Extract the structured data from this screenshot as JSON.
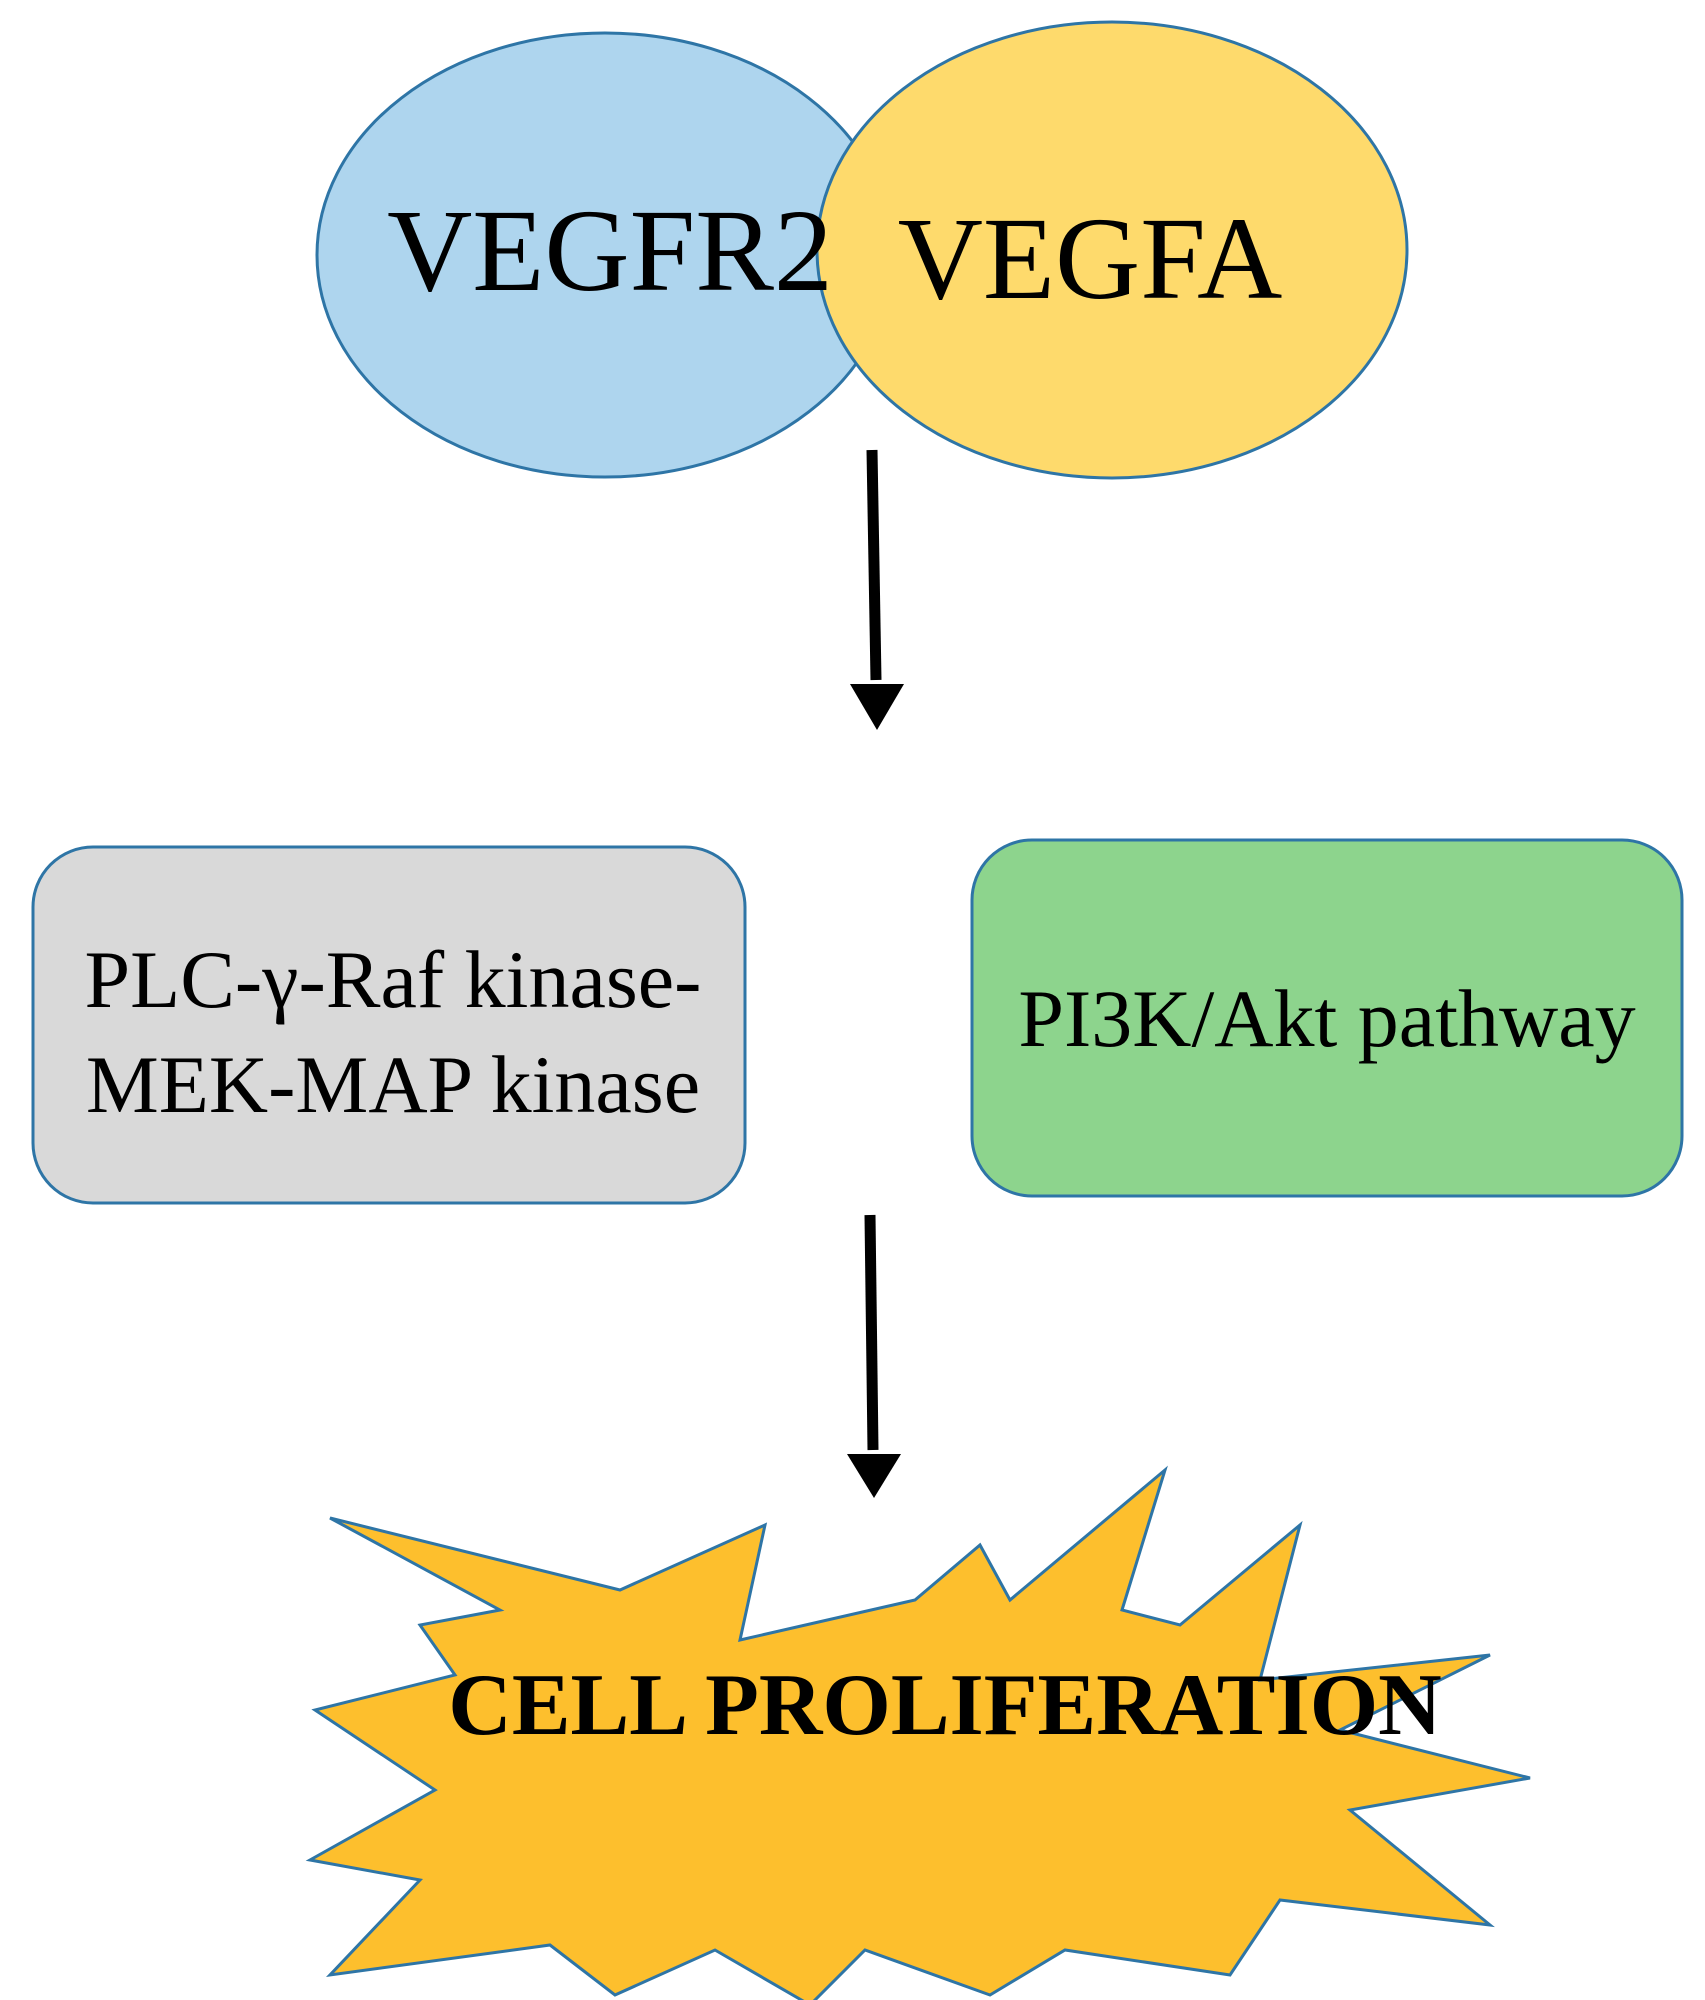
{
  "nodes": {
    "receptor": {
      "label": "VEGFR2",
      "fill": "#AED5EE",
      "stroke": "#2E75A6"
    },
    "ligand": {
      "label": "VEGFA",
      "fill": "#FEDA6C",
      "stroke": "#2E75A6"
    },
    "plc_pathway": {
      "line1": "PLC-γ-Raf kinase-",
      "line2": "MEK-MAP kinase",
      "fill": "#D9D9D9",
      "stroke": "#2E75A6"
    },
    "pi3k_pathway": {
      "label": "PI3K/Akt pathway",
      "fill": "#8DD48D",
      "stroke": "#2E75A6"
    },
    "outcome": {
      "label": "CELL PROLIFERATION",
      "fill": "#FDBF2D",
      "stroke": "#2E75A6"
    }
  },
  "colors": {
    "arrow": "#000000",
    "text": "#000000",
    "background": "#FFFFFF"
  }
}
